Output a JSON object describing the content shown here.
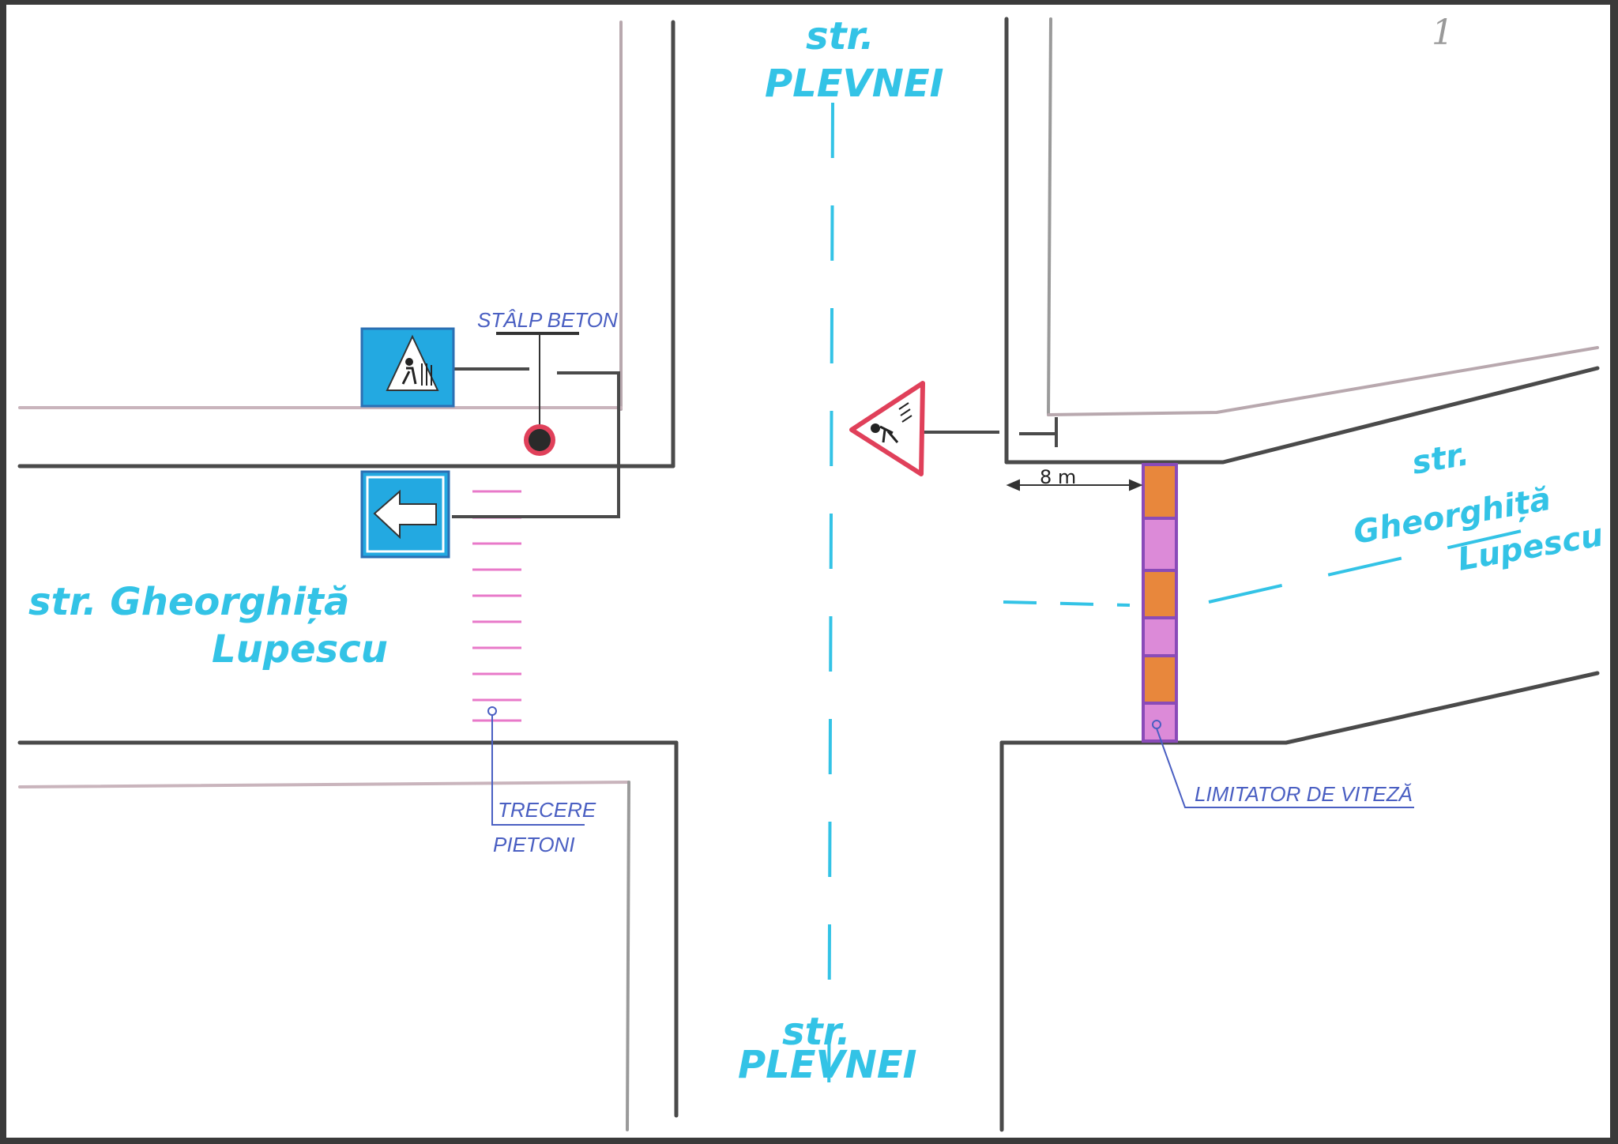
{
  "page_number": "1",
  "streets": {
    "top_line1": "str.",
    "top_line2": "PLEVNEI",
    "bottom_line1": "str.",
    "bottom_line2": "PLEVNEI",
    "left_line1": "str. Gheorghiță",
    "left_line2": "Lupescu",
    "right_line1": "str.",
    "right_line2": "Gheorghiță",
    "right_line3": "Lupescu"
  },
  "annotations": {
    "pole": "STÂLP BETON",
    "crossing_line1": "TRECERE",
    "crossing_line2": "PIETONI",
    "speed_bump": "LIMITATOR DE VITEZĂ",
    "distance": "8 m"
  },
  "colors": {
    "curb": "#4a4a4a",
    "curb_faint": "#b8a8ae",
    "street_label": "#33c3e6",
    "note_label": "#4a5fc2",
    "sign_blue": "#23a9e1",
    "warning_red": "#e0405a",
    "crossing_pink": "#e879c9",
    "bump_orange": "#e8873c",
    "bump_pink": "#dc8ad8",
    "bump_purple": "#8a4bb8"
  },
  "signs": [
    {
      "name": "pedestrian-crossing-sign",
      "type": "blue square with white triangle pedestrian"
    },
    {
      "name": "one-way-arrow-sign",
      "type": "blue square with white left arrow"
    },
    {
      "name": "pedestrian-warning-sign",
      "type": "red-bordered triangle with pedestrian"
    },
    {
      "name": "concrete-pole",
      "type": "dark circle with red ring"
    }
  ]
}
